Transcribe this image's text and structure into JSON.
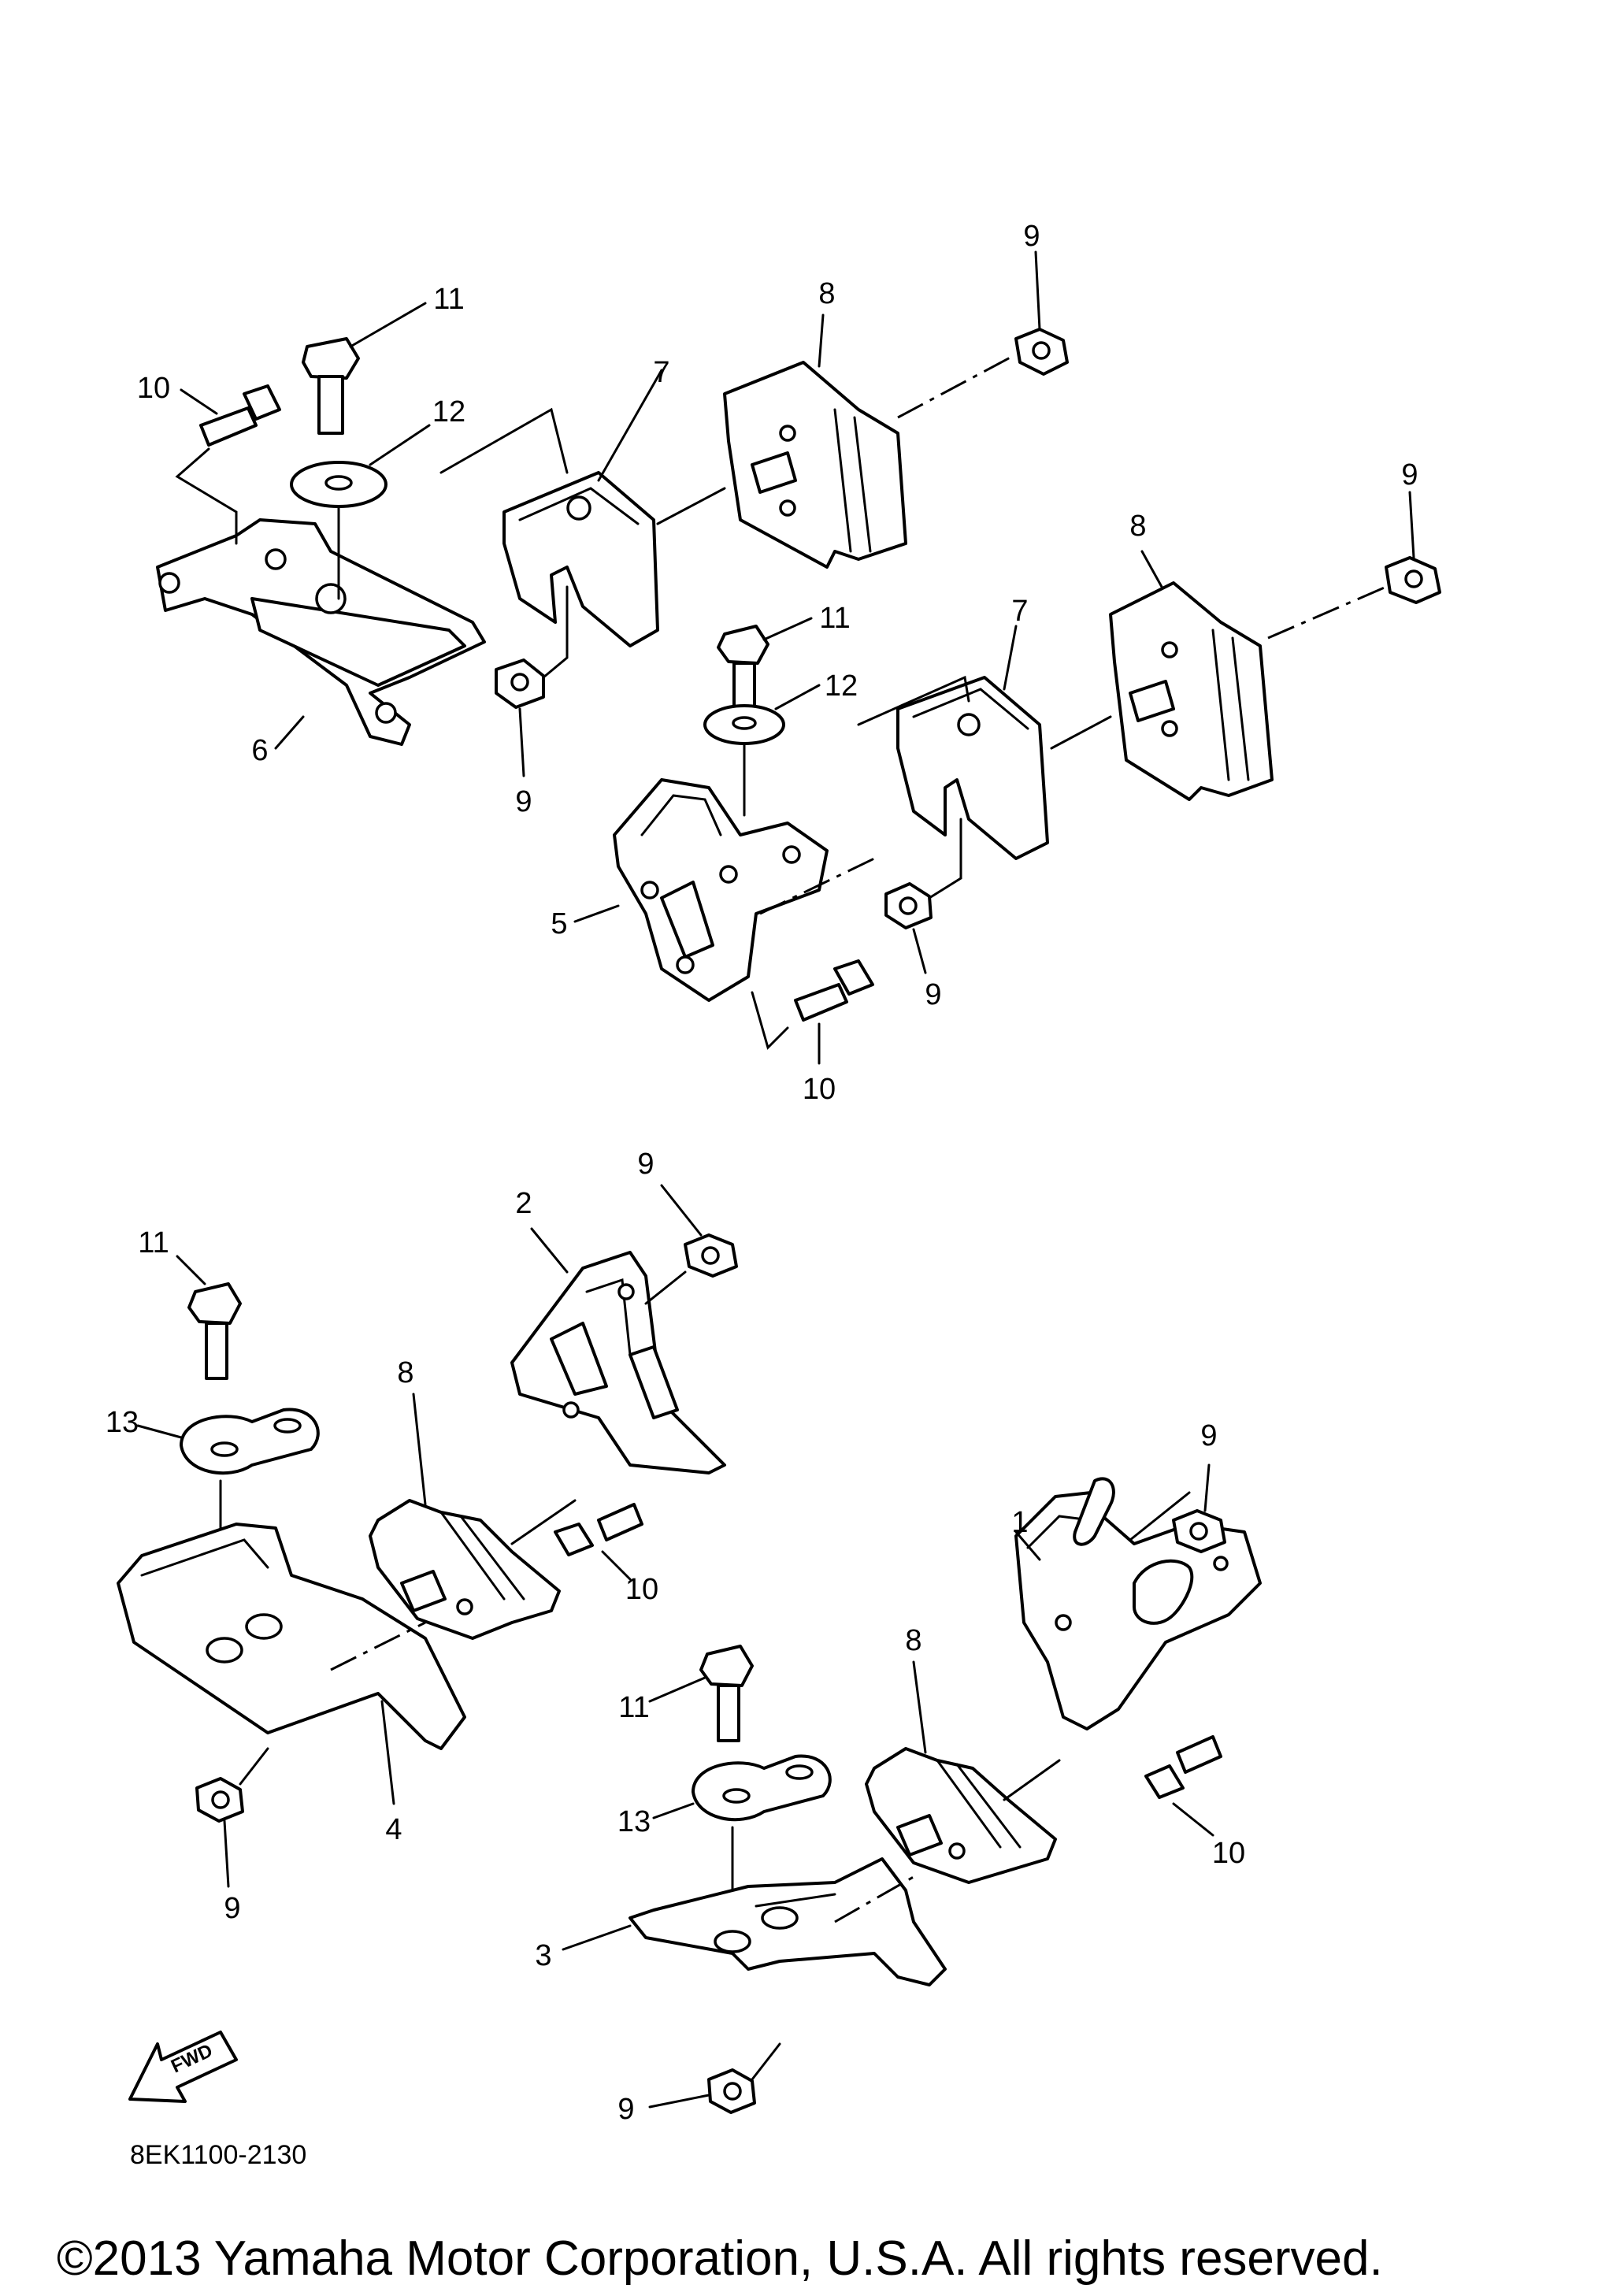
{
  "diagram": {
    "part_code": "8EK1100-2130",
    "copyright": "©2013 Yamaha Motor Corporation, U.S.A. All rights reserved.",
    "fwd_label": "FWD",
    "callouts": [
      "1",
      "2",
      "3",
      "4",
      "5",
      "6",
      "7",
      "8",
      "9",
      "10",
      "11",
      "12",
      "13"
    ]
  }
}
